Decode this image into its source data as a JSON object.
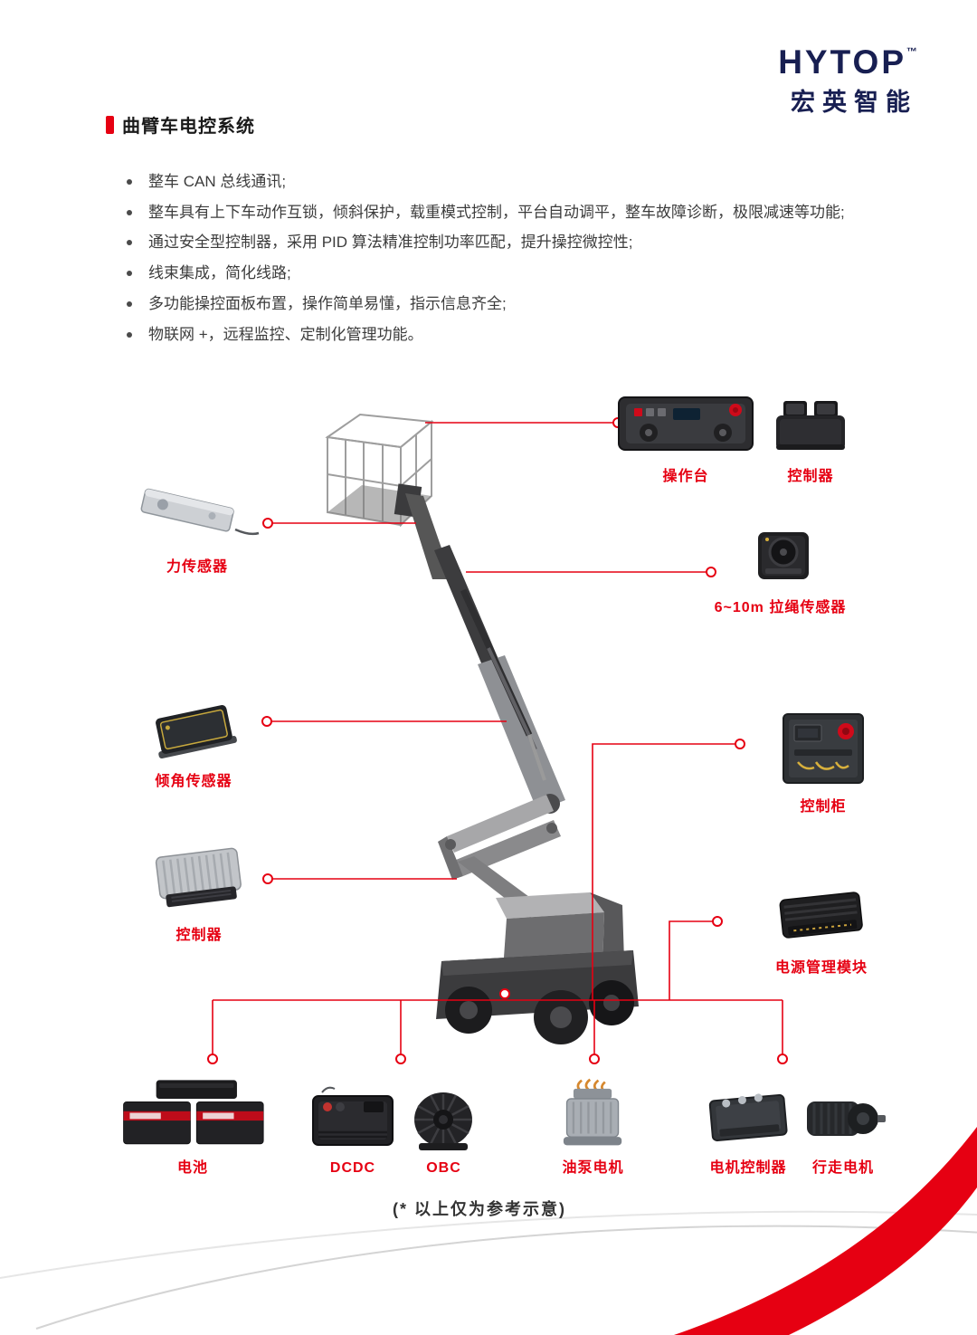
{
  "page": {
    "title": "曲臂车电控系统",
    "footer_note": "(* 以上仅为参考示意)"
  },
  "logo": {
    "brand": "HYTOP",
    "trademark": "™",
    "subtitle": "宏英智能"
  },
  "features": [
    "整车 CAN 总线通讯;",
    "整车具有上下车动作互锁，倾斜保护，载重模式控制，平台自动调平，整车故障诊断，极限减速等功能;",
    "通过安全型控制器，采用 PID 算法精准控制功率匹配，提升操控微控性;",
    "线束集成，简化线路;",
    "多功能操控面板布置，操作简单易懂，指示信息齐全;",
    "物联网 +，远程监控、定制化管理功能。"
  ],
  "components": {
    "console": {
      "label": "操作台",
      "icon": "operator-console"
    },
    "controller_top": {
      "label": "控制器",
      "icon": "controller-module"
    },
    "force_sensor": {
      "label": "力传感器",
      "icon": "load-cell"
    },
    "rope_sensor": {
      "label": "6~10m 拉绳传感器",
      "icon": "draw-wire-sensor"
    },
    "tilt_sensor": {
      "label": "倾角传感器",
      "icon": "tilt-sensor"
    },
    "control_cabinet": {
      "label": "控制柜",
      "icon": "control-cabinet"
    },
    "controller_left": {
      "label": "控制器",
      "icon": "ecu-controller"
    },
    "power_module": {
      "label": "电源管理模块",
      "icon": "power-management-module"
    },
    "battery": {
      "label": "电池",
      "icon": "battery-pack"
    },
    "dcdc": {
      "label": "DCDC",
      "icon": "dcdc-converter"
    },
    "obc": {
      "label": "OBC",
      "icon": "onboard-charger"
    },
    "pump_motor": {
      "label": "油泵电机",
      "icon": "oil-pump-motor"
    },
    "motor_controller": {
      "label": "电机控制器",
      "icon": "motor-controller"
    },
    "travel_motor": {
      "label": "行走电机",
      "icon": "travel-motor"
    }
  },
  "colors": {
    "accent_red": "#e60012",
    "brand_navy": "#181f52",
    "text_dark": "#3c3c3c"
  }
}
